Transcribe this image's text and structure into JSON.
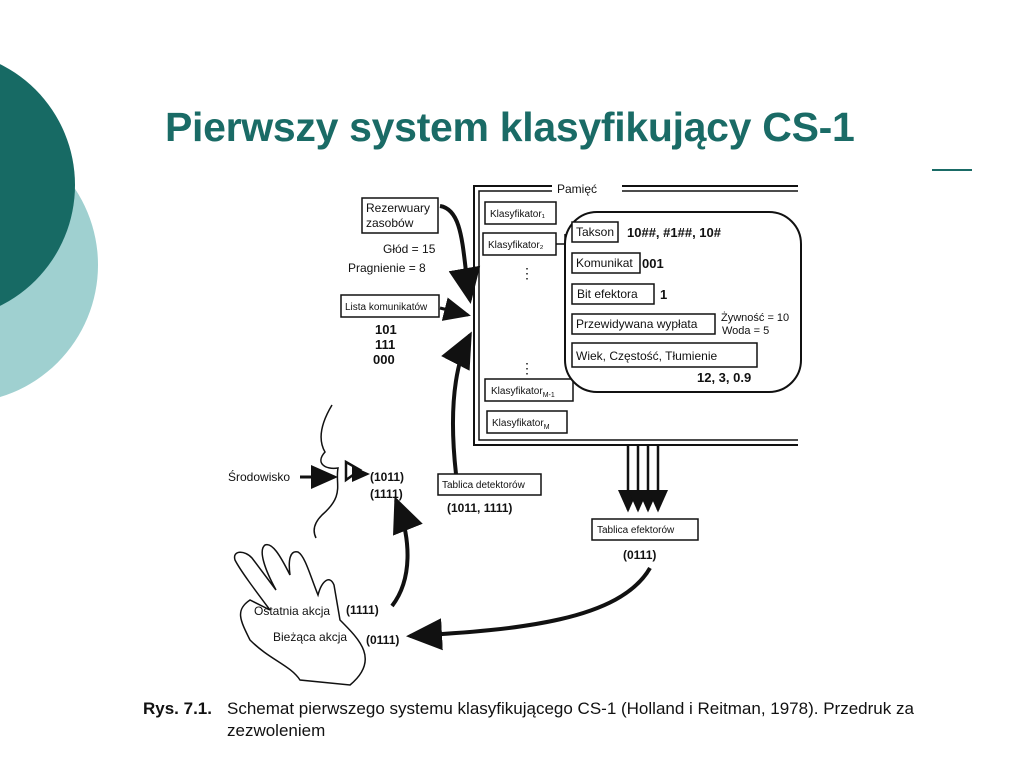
{
  "slide": {
    "title": "Pierwszy system klasyfikujący CS-1",
    "accent_color": "#1a6b66",
    "accent_light": "#9fd0d0"
  },
  "diagram": {
    "memory_label": "Pamięć",
    "resources": {
      "line1": "Rezerwuary",
      "line2": "zasobów"
    },
    "hunger": "Głód = 15",
    "thirst": "Pragnienie = 8",
    "message_list": "Lista komunikatów",
    "messages": [
      "101",
      "111",
      "000"
    ],
    "classifiers": [
      "Klasyfikator₁",
      "Klasyfikator₂",
      "Klasyfikator",
      "Klasyfikator"
    ],
    "classifier_subscripts": [
      "M-1",
      "M"
    ],
    "detail": {
      "taxon_label": "Takson",
      "taxon_value": "10##, #1##, 10#",
      "message_label": "Komunikat",
      "message_value": "001",
      "effector_bit_label": "Bit efektora",
      "effector_bit_value": "1",
      "payout_label": "Przewidywana wypłata",
      "food": "Żywność = 10",
      "water": "Woda = 5",
      "age_label": "Wiek, Częstość, Tłumienie",
      "age_values": "12, 3, 0.9"
    },
    "environment": "Środowisko",
    "eye_input_1": "(1011)",
    "eye_input_2": "(1111)",
    "detector_table": "Tablica detektorów",
    "detector_values": "(1011, 1111)",
    "effector_table": "Tablica efektorów",
    "effector_values": "(0111)",
    "last_action_label": "Ostatnia akcja",
    "last_action_value": "(1111)",
    "current_action_label": "Bieżąca akcja",
    "current_action_value": "(0111)"
  },
  "caption": {
    "number": "Rys. 7.1.",
    "text": "Schemat pierwszego systemu klasyfikującego CS-1 (Holland i Reitman, 1978). Przedruk za zezwoleniem"
  }
}
